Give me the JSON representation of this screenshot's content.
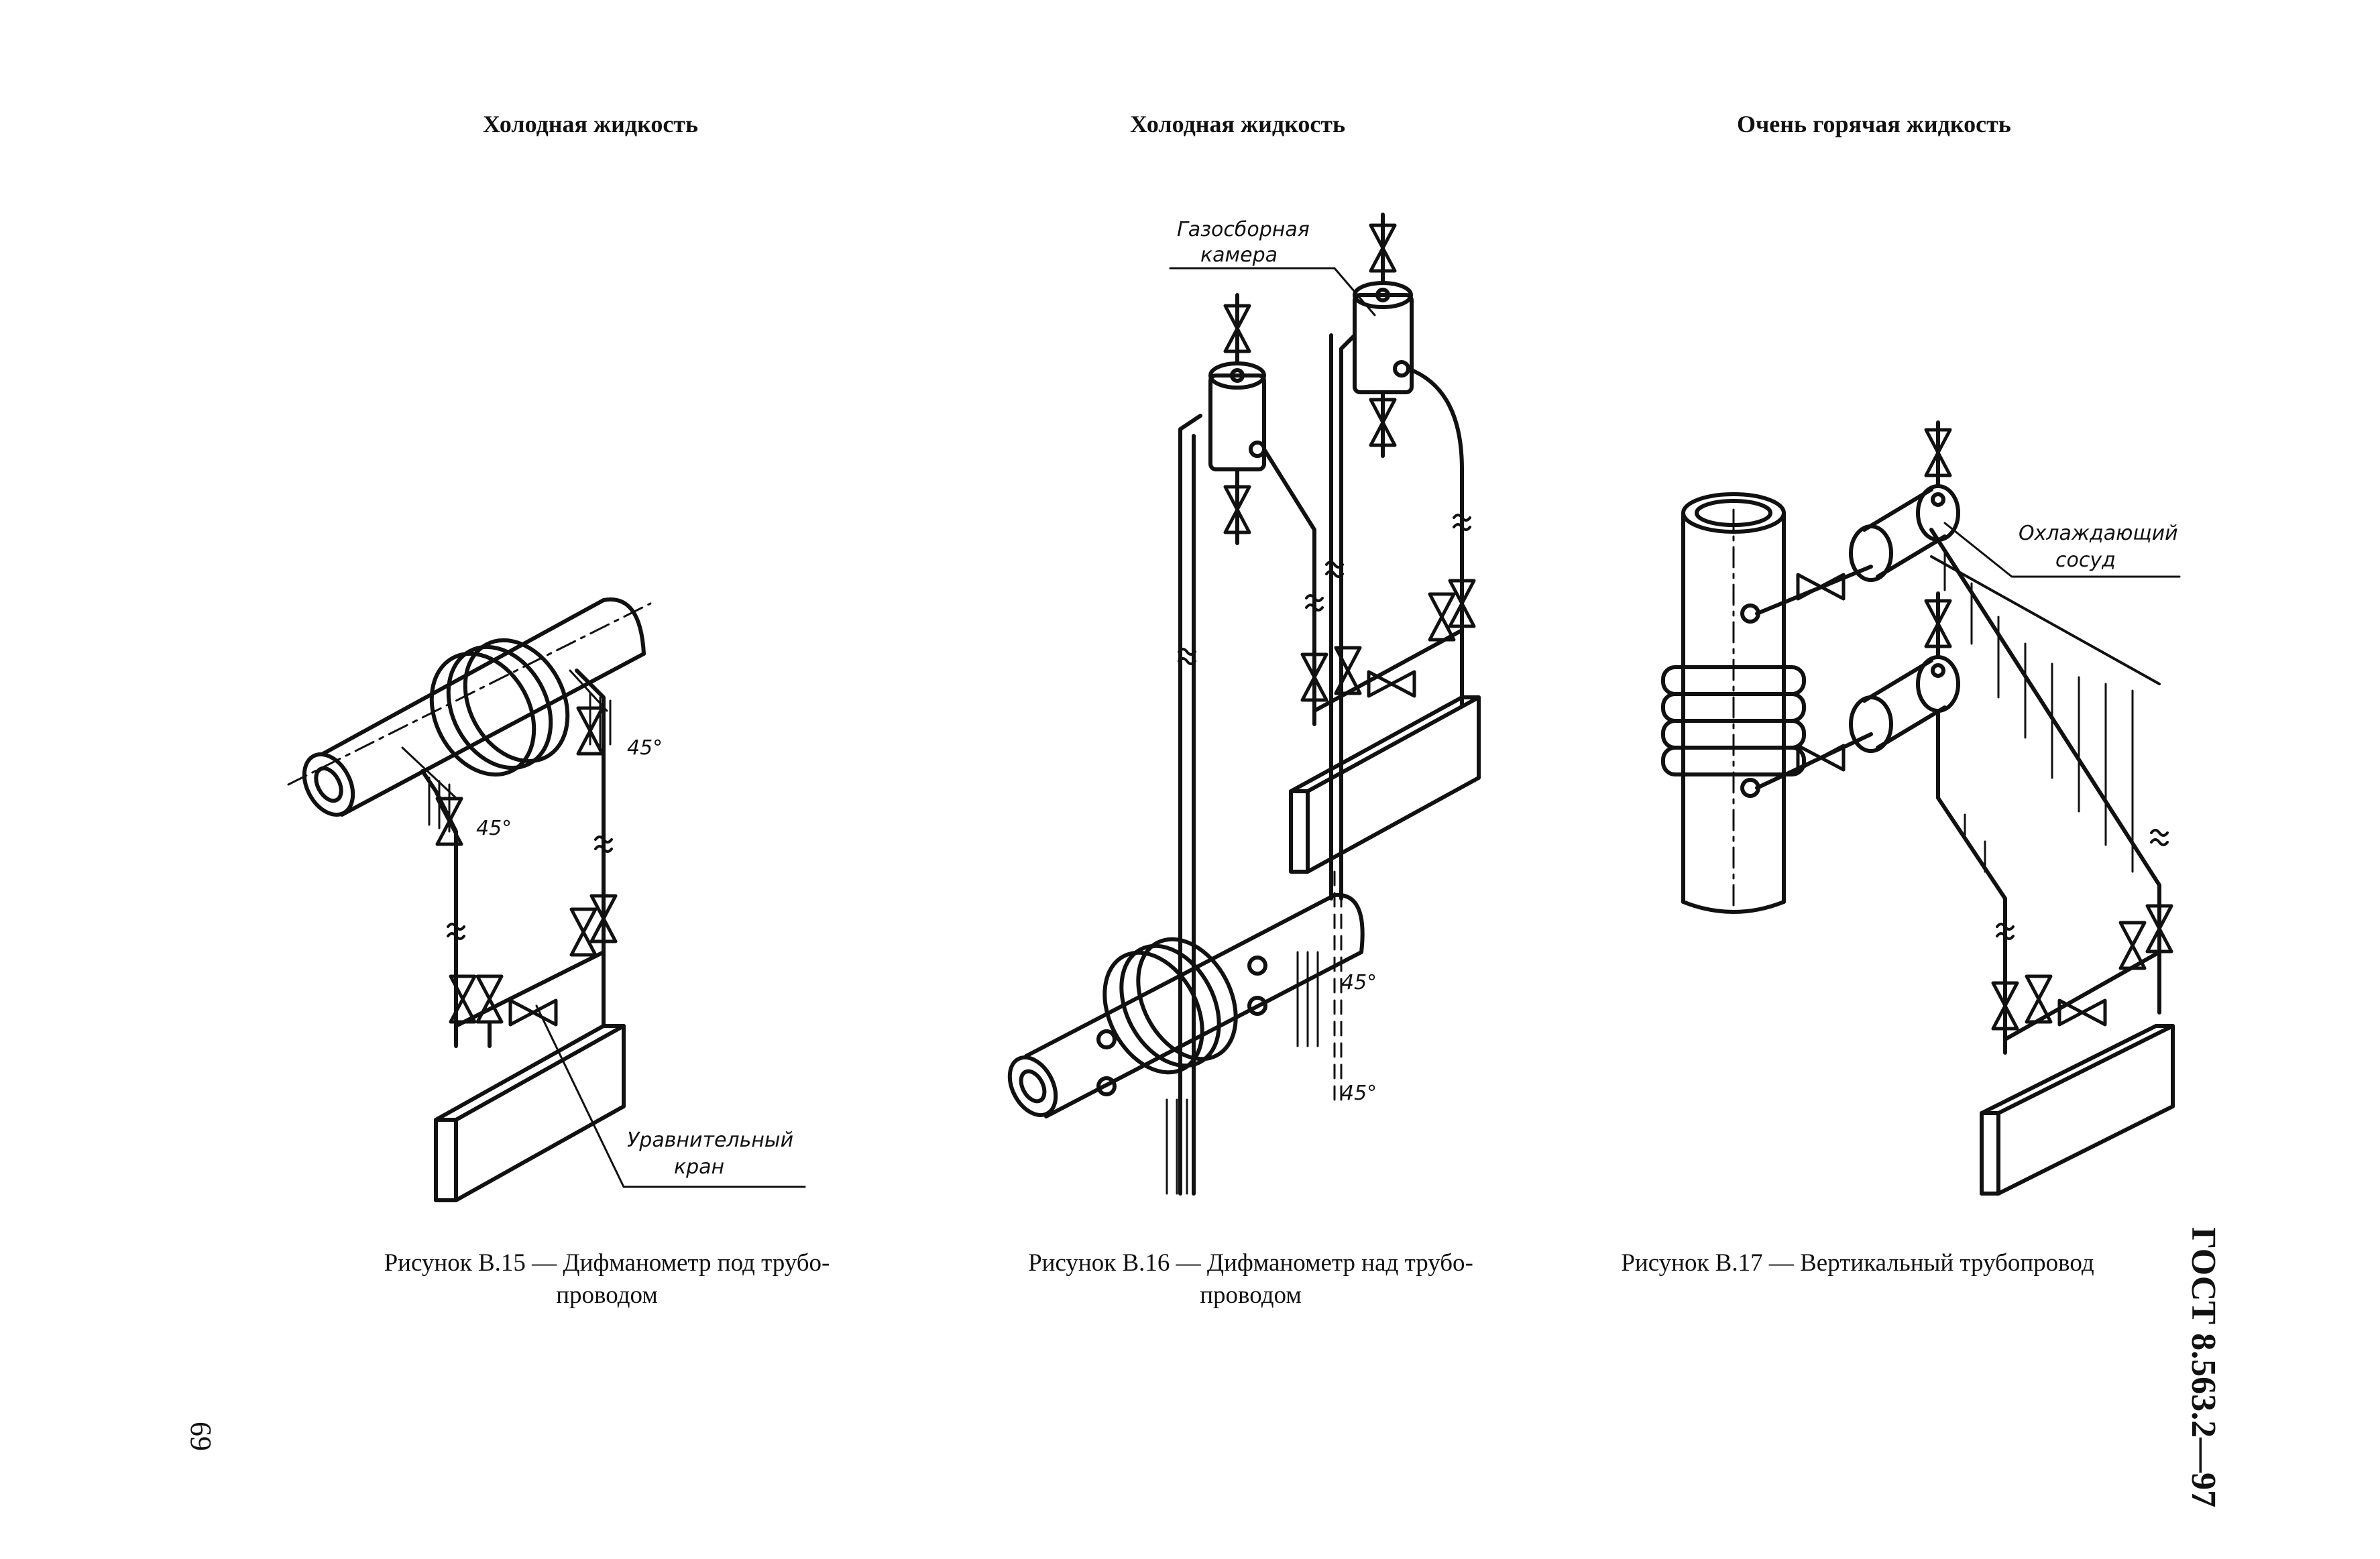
{
  "headings": {
    "fig15": "Холодная жидкость",
    "fig16": "Холодная жидкость",
    "fig17": "Очень горячая жидкость"
  },
  "figure_labels": {
    "equalizing_valve_line1": "Уравнительный",
    "equalizing_valve_line2": "кран",
    "gas_chamber_line1": "Газосборная",
    "gas_chamber_line2": "камера",
    "cooling_vessel_line1": "Охлаждающий",
    "cooling_vessel_line2": "сосуд",
    "angle_45": "45°"
  },
  "captions": {
    "fig15_line1": "Рисунок В.15 — Дифманометр под трубо-",
    "fig15_line2": "проводом",
    "fig16_line1": "Рисунок В.16 — Дифманометр над трубо-",
    "fig16_line2": "проводом",
    "fig17_line1": "Рисунок В.17 — Вертикальный трубопровод"
  },
  "page_number": "69",
  "document_id": "ГОСТ 8.563.2—97"
}
